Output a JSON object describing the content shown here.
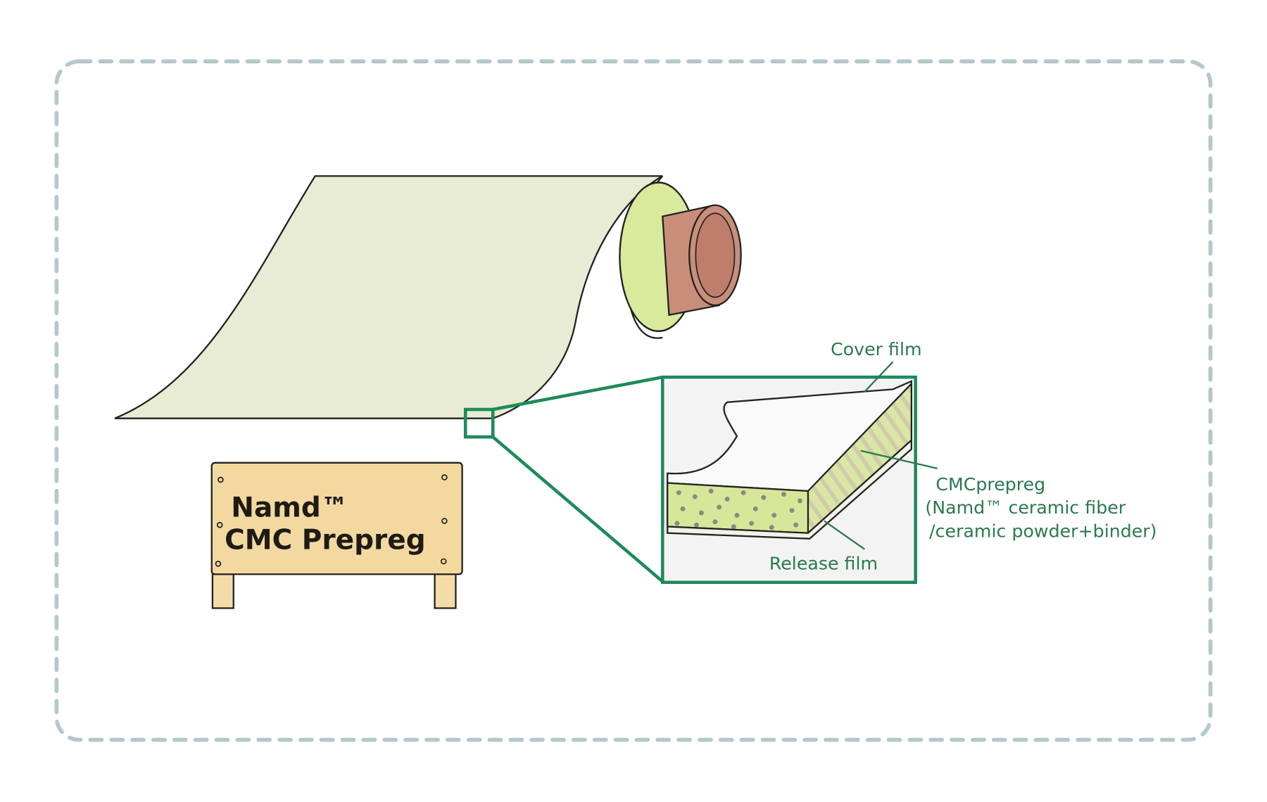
{
  "sign": {
    "line1": "Namd™",
    "line2": "CMC Prepreg"
  },
  "labels": {
    "cover_film": "Cover film",
    "cmc_prepreg": "CMCprepreg",
    "composition_line1": "(Namd™ ceramic fiber",
    "composition_line2": "/ceramic powder+binder)",
    "release_film": "Release film"
  },
  "colors": {
    "frame_dash": "#b4c8cc",
    "callout_green": "#1e8a5a",
    "label_green": "#2a7a4e",
    "sheet": "#e8ecd4",
    "core": "#c98e7a",
    "sign_wood": "#f3d9a0"
  }
}
